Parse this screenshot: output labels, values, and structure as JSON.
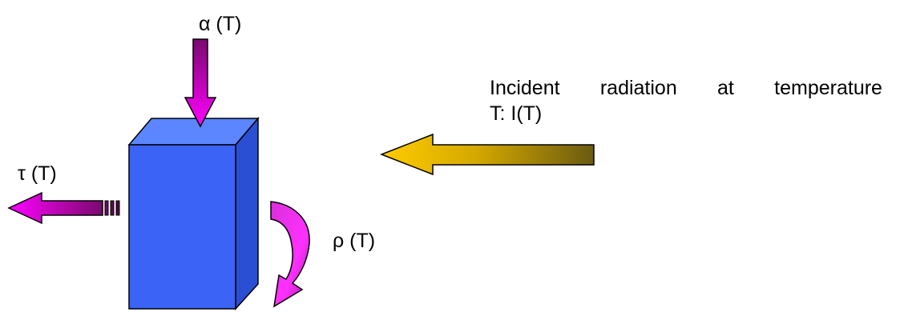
{
  "labels": {
    "absorptance": "α (T)",
    "transmittance": "τ (T)",
    "reflectance": "ρ (T)",
    "incident_words": [
      "Incident",
      "radiation",
      "at",
      "temperature"
    ],
    "incident_line2": "T: I(T)"
  },
  "colors": {
    "block_front": "#3b63f5",
    "block_top": "#5b86ff",
    "block_side": "#2b4fd2",
    "arrow_magenta": "#ff00ff",
    "arrow_purple_dark": "#7a0a6e",
    "arrow_gold": "#f5c400",
    "arrow_olive_dark": "#6b5a10"
  }
}
